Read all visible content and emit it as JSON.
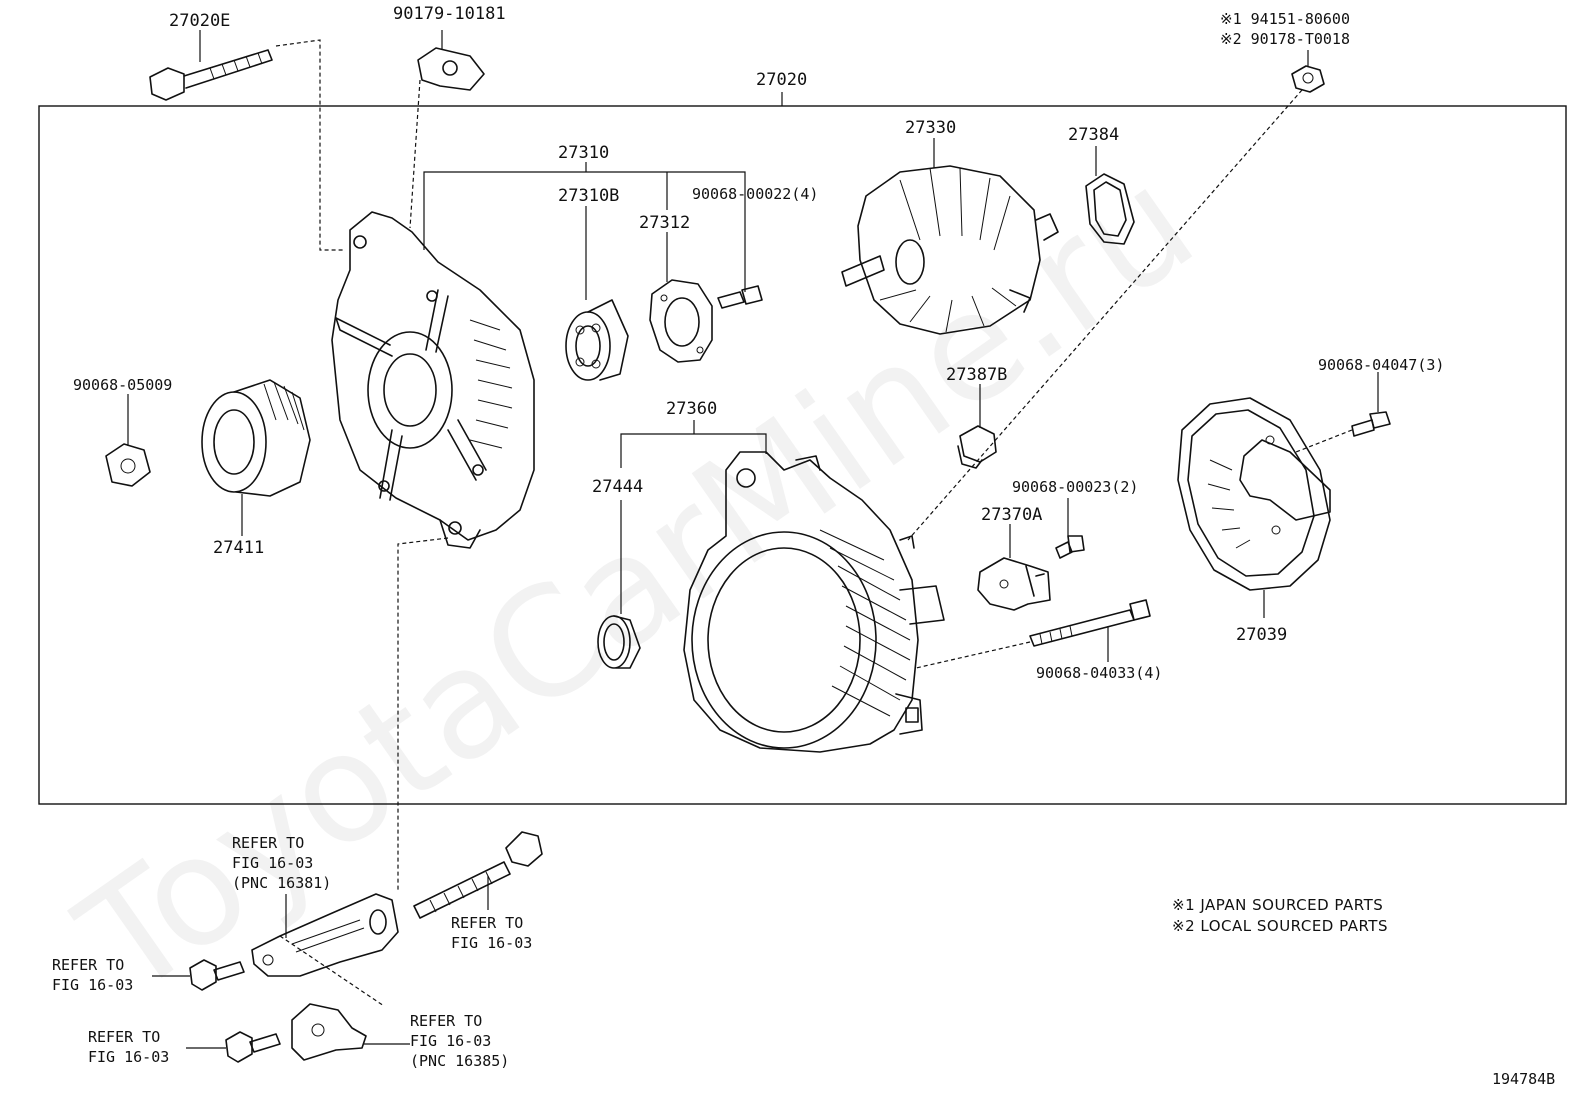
{
  "watermark": "ToyotaCarMine.ru",
  "drawing_id": "194784B",
  "assembly": {
    "number": "27020"
  },
  "notes": {
    "n1_top": "※1 94151-80600",
    "n2_top": "※2 90178-T0018",
    "legend1": "※1  JAPAN SOURCED PARTS",
    "legend2": "※2  LOCAL SOURCED PARTS"
  },
  "parts": {
    "p27020E": "27020E",
    "p90179": "90179-10181",
    "p27310": "27310",
    "p27310B": "27310B",
    "p27312": "27312",
    "p90068_00022": "90068-00022(4)",
    "p27330": "27330",
    "p27384": "27384",
    "p27387B": "27387B",
    "p90068_04047": "90068-04047(3)",
    "p90068_05009": "90068-05009",
    "p27411": "27411",
    "p27360": "27360",
    "p27444": "27444",
    "p90068_00023": "90068-00023(2)",
    "p27370A": "27370A",
    "p27039": "27039",
    "p90068_04033": "90068-04033(4)"
  },
  "refs": {
    "r1_a": "REFER TO",
    "r1_b": "FIG 16-03",
    "r1_c": "(PNC 16381)",
    "r2_a": "REFER TO",
    "r2_b": "FIG 16-03",
    "r3_a": "REFER TO",
    "r3_b": "FIG 16-03",
    "r4_a": "REFER TO",
    "r4_b": "FIG 16-03",
    "r5_a": "REFER TO",
    "r5_b": "FIG 16-03",
    "r5_c": "(PNC 16385)"
  }
}
